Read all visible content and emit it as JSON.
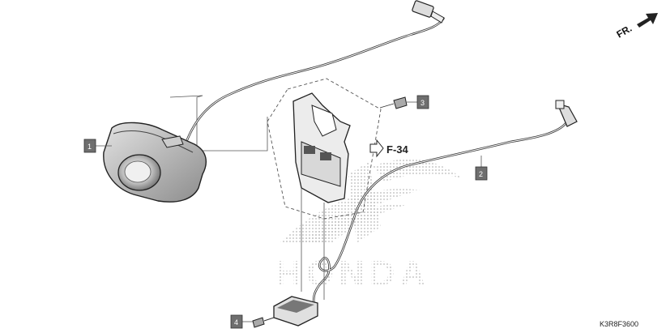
{
  "diagram": {
    "direction_label": "FR.",
    "reference_label": "F-34",
    "figure_code": "K3R8F3600",
    "brand_watermark": "HONDA",
    "callouts": [
      {
        "number": "1",
        "part": "taillight-assembly"
      },
      {
        "number": "2",
        "part": "license-light-wire-harness"
      },
      {
        "number": "3",
        "part": "bolt"
      },
      {
        "number": "4",
        "part": "screw"
      }
    ],
    "icons": [
      "direction-arrow-icon",
      "reference-arrow-icon"
    ],
    "colors": {
      "line": "#222222",
      "callout_box": "#6e6e6e",
      "watermark": "#c8c8c8"
    }
  }
}
